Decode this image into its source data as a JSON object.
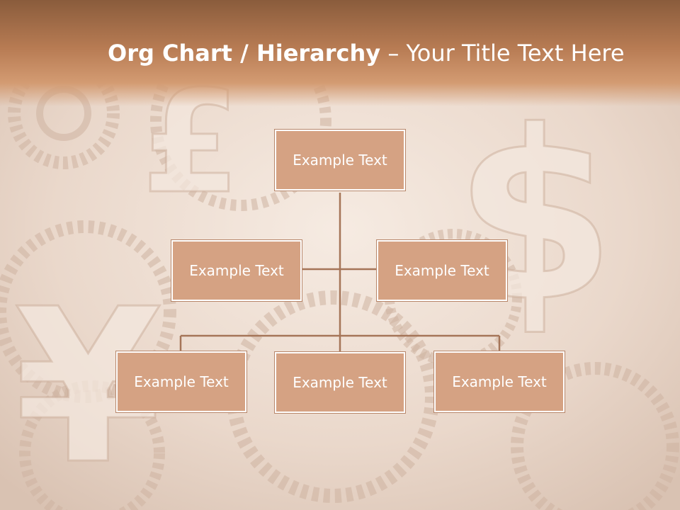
{
  "slide": {
    "title_bold": "Org Chart / Hierarchy",
    "title_dash": " – ",
    "title_rest": "Your Title Text Here"
  },
  "org_chart": {
    "root": {
      "label": "Example Text"
    },
    "assistants": [
      {
        "label": "Example Text"
      },
      {
        "label": "Example Text"
      }
    ],
    "children": [
      {
        "label": "Example Text"
      },
      {
        "label": "Example Text"
      },
      {
        "label": "Example Text"
      }
    ]
  },
  "colors": {
    "title_band": "#b77b53",
    "box_fill": "#d5a283",
    "connector": "#a57558",
    "background": "#e9d7cb"
  }
}
